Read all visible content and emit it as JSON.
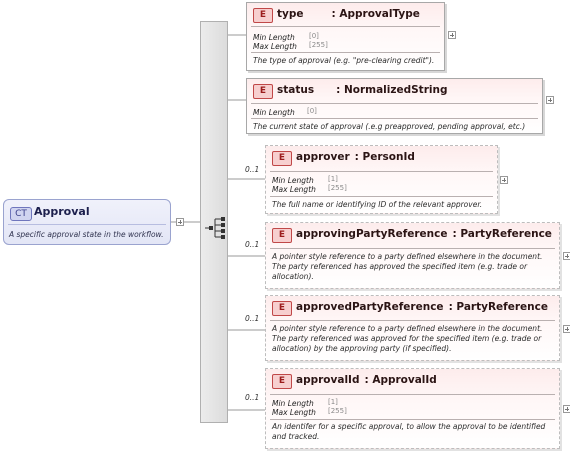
{
  "root": {
    "badge": "CT",
    "name": "Approval",
    "doc": "A specific approval state in the workflow."
  },
  "elements": [
    {
      "badge": "E",
      "name": "type",
      "type": ": ApprovalType",
      "occurs": "",
      "facets": [
        {
          "label": "Min Length",
          "value": "[0]"
        },
        {
          "label": "Max Length",
          "value": "[255]"
        }
      ],
      "doc": [
        "The type of approval (e.g. \"pre-clearing credit\")."
      ]
    },
    {
      "badge": "E",
      "name": "status",
      "type": ": NormalizedString",
      "occurs": "",
      "facets": [
        {
          "label": "Min Length",
          "value": "[0]"
        }
      ],
      "doc": [
        "The current state of approval (.e.g preapproved, pending approval, etc.)"
      ]
    },
    {
      "badge": "E",
      "name": "approver",
      "type": ": PersonId",
      "occurs": "0..1",
      "facets": [
        {
          "label": "Min Length",
          "value": "[1]"
        },
        {
          "label": "Max Length",
          "value": "[255]"
        }
      ],
      "doc": [
        "The full name or identifying ID of the relevant approver."
      ]
    },
    {
      "badge": "E",
      "name": "approvingPartyReference",
      "type": ": PartyReference",
      "occurs": "0..1",
      "facets": [],
      "doc": [
        "A pointer style reference to a party defined elsewhere in the document.",
        "The party referenced has approved the specified item (e.g. trade or",
        "allocation)."
      ]
    },
    {
      "badge": "E",
      "name": "approvedPartyReference",
      "type": ": PartyReference",
      "occurs": "0..1",
      "facets": [],
      "doc": [
        "A pointer style reference to a party defined elsewhere in the document.",
        "The party referenced was approved for the specified item (e.g. trade or",
        "allocation) by the approving party (if specified)."
      ]
    },
    {
      "badge": "E",
      "name": "approvalId",
      "type": ": ApprovalId",
      "occurs": "0..1",
      "facets": [
        {
          "label": "Min Length",
          "value": "[1]"
        },
        {
          "label": "Max Length",
          "value": "[255]"
        }
      ],
      "doc": [
        "An identifer for a specific approval, to allow the approval to be identified",
        "and tracked."
      ]
    }
  ]
}
